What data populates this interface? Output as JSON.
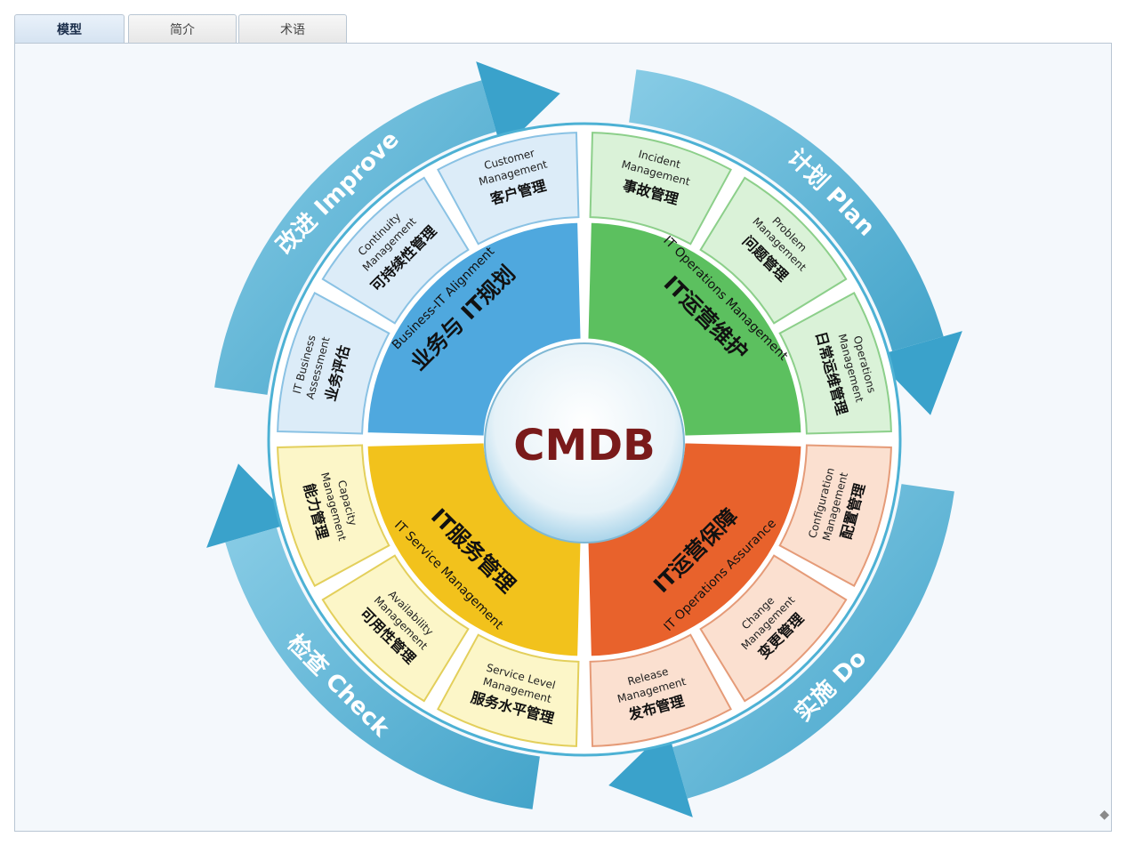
{
  "tabs": [
    {
      "label": "模型",
      "active": true
    },
    {
      "label": "简介",
      "active": false
    },
    {
      "label": "术语",
      "active": false
    }
  ],
  "diagram": {
    "center": "CMDB",
    "cycle": [
      "计划 Plan",
      "实施 Do",
      "检查 Check",
      "改进 Improve"
    ],
    "quadrants": [
      {
        "en": "Business-IT Alignment",
        "zh": "业务与 IT规划",
        "color": "#4fa8de"
      },
      {
        "en": "IT Operations Management",
        "zh": "IT运营维护",
        "color": "#5cc05f"
      },
      {
        "en": "IT Operations Assurance",
        "zh": "IT运营保障",
        "color": "#e8622c"
      },
      {
        "en": "IT Service Management",
        "zh": "IT服务管理",
        "color": "#f2c21c"
      }
    ],
    "outer_segments": [
      {
        "en1": "IT Business",
        "en2": "Assessment",
        "zh": "业务评估"
      },
      {
        "en1": "Continuity",
        "en2": "Management",
        "zh": "可持续性管理"
      },
      {
        "en1": "Customer",
        "en2": "Management",
        "zh": "客户管理"
      },
      {
        "en1": "Incident",
        "en2": "Management",
        "zh": "事故管理"
      },
      {
        "en1": "Problem",
        "en2": "Management",
        "zh": "问题管理"
      },
      {
        "en1": "Operations",
        "en2": "Management",
        "zh": "日常运维管理"
      },
      {
        "en1": "Configuration",
        "en2": "Management",
        "zh": "配置管理"
      },
      {
        "en1": "Change",
        "en2": "Management",
        "zh": "变更管理"
      },
      {
        "en1": "Release",
        "en2": "Management",
        "zh": "发布管理"
      },
      {
        "en1": "Service Level",
        "en2": "Management",
        "zh": "服务水平管理"
      },
      {
        "en1": "Availability",
        "en2": "Management",
        "zh": "可用性管理"
      },
      {
        "en1": "Capacity",
        "en2": "Management",
        "zh": "能力管理"
      }
    ]
  }
}
